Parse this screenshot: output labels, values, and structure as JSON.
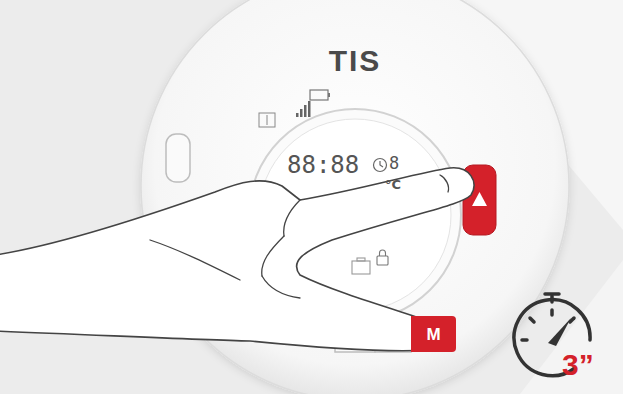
{
  "diagram": {
    "nodes": [
      {
        "text": [
          "M"
        ]
      }
    ],
    "labels": [
      "TIS",
      "88:88",
      "8",
      "°C",
      "3”"
    ]
  }
}
